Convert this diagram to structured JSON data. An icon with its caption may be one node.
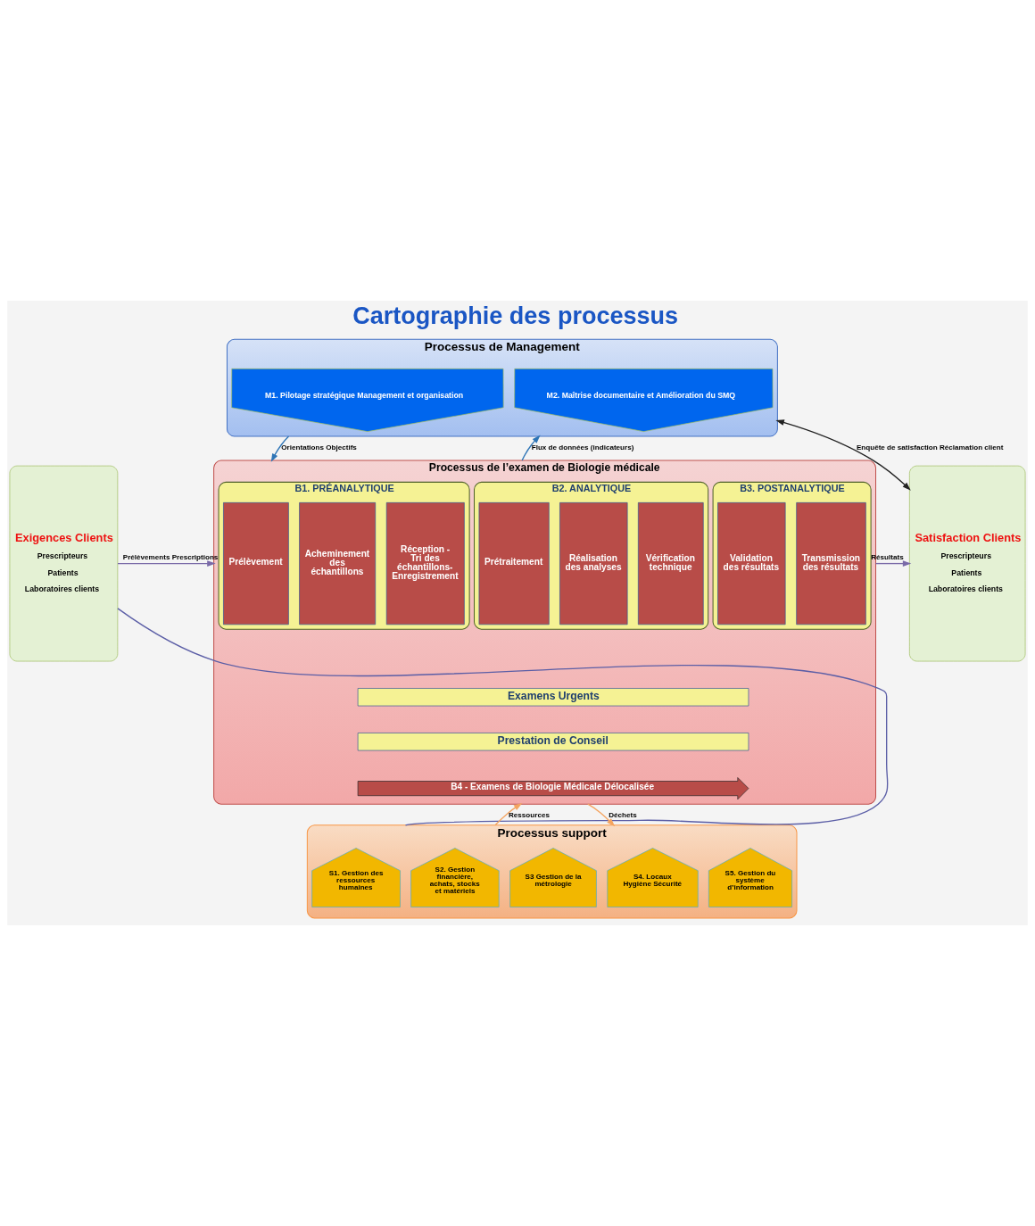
{
  "diagram": {
    "title": "Cartographie des processus",
    "nodes": [
      {
        "text": [
          "Exigences Clients",
          "Prescripteurs",
          "Patients",
          "Laboratoires clients"
        ]
      },
      {
        "text": [
          "Processus de Management"
        ]
      },
      {
        "text": [
          "M1. Pilotage stratégique Management et organisation"
        ],
        "in": 1
      },
      {
        "text": [
          "M2. Maîtrise documentaire et Amélioration du SMQ"
        ],
        "in": 1
      },
      {
        "text": [
          "Processus de l’examen de Biologie médicale"
        ]
      },
      {
        "text": [
          "B1. PRÉANALYTIQUE"
        ],
        "in": 4
      },
      {
        "text": [
          "Prélèvement"
        ],
        "in": 5
      },
      {
        "text": [
          "Acheminement des échantillons"
        ],
        "in": 5
      },
      {
        "text": [
          "Réception - Tri des échantillons- Enregistrement"
        ],
        "in": 5
      },
      {
        "text": [
          "B2. ANALYTIQUE"
        ],
        "in": 4
      },
      {
        "text": [
          "Prétraitement"
        ],
        "in": 9
      },
      {
        "text": [
          "Réalisation des analyses"
        ],
        "in": 9
      },
      {
        "text": [
          "Vérification technique"
        ],
        "in": 9
      },
      {
        "text": [
          "B3. POSTANALYTIQUE"
        ],
        "in": 4
      },
      {
        "text": [
          "Validation des résultats"
        ],
        "in": 13
      },
      {
        "text": [
          "Transmission des résultats"
        ],
        "in": 13
      },
      {
        "text": [
          "Examens Urgents"
        ],
        "in": 4
      },
      {
        "text": [
          "Prestation de Conseil"
        ],
        "in": 4
      },
      {
        "text": [
          "B4 - Examens de Biologie Médicale Délocalisée"
        ],
        "in": 4
      },
      {
        "text": [
          "Processus support"
        ]
      },
      {
        "text": [
          "S1. Gestion des ressources humaines"
        ],
        "in": 19
      },
      {
        "text": [
          "S2. Gestion financière, achats, stocks et matériels"
        ],
        "in": 19
      },
      {
        "text": [
          "S3 Gestion de la métrologie"
        ],
        "in": 19
      },
      {
        "text": [
          "S4. Locaux Hygiène Sécurité"
        ],
        "in": 19
      },
      {
        "text": [
          "S5. Gestion du système d’information"
        ],
        "in": 19
      },
      {
        "text": [
          "Satisfaction Clients",
          "Prescripteurs",
          "Patients",
          "Laboratoires clients"
        ]
      }
    ],
    "edges": [
      {
        "from": 1,
        "to": 4,
        "arrow": "to",
        "label": "Orientations Objectifs",
        "color": "#2e75b6"
      },
      {
        "from": 4,
        "to": 1,
        "arrow": "to",
        "label": "Flux de données (indicateurs)",
        "color": "#2e75b6"
      },
      {
        "from": 1,
        "to": 25,
        "arrow": "both",
        "label": "Enquête de satisfaction Réclamation client",
        "color": "#222222"
      },
      {
        "from": 0,
        "to": 4,
        "arrow": "to",
        "label": "Prélèvements Prescriptions",
        "color": "#7a6aa8"
      },
      {
        "from": 4,
        "to": 25,
        "arrow": "to",
        "label": "Résultats",
        "color": "#7a6aa8"
      },
      {
        "from": 19,
        "to": 4,
        "arrow": "to",
        "label": "Ressources",
        "color": "#f4a460"
      },
      {
        "from": 4,
        "to": 19,
        "arrow": "to",
        "label": "Déchets",
        "color": "#f4a460"
      },
      {
        "from": 0,
        "to": 19,
        "arrow": "none",
        "color": "#5b5ea6"
      }
    ]
  }
}
